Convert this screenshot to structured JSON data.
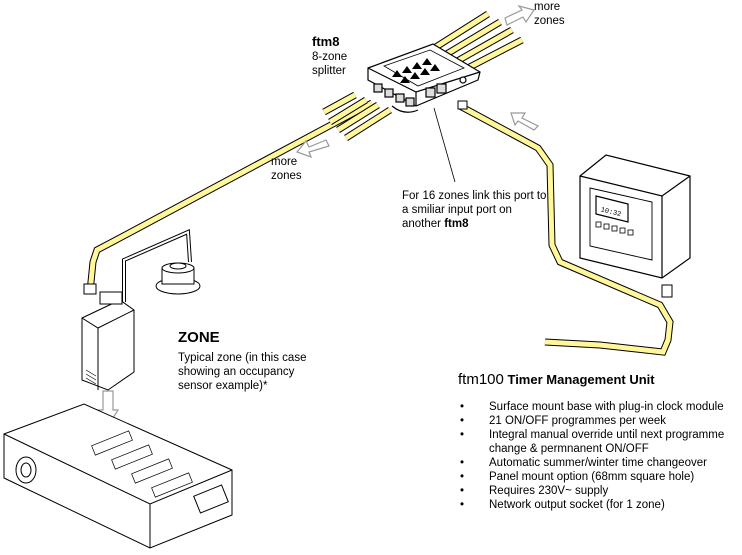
{
  "splitter": {
    "name": "ftm8",
    "subtitle": "8-zone splitter"
  },
  "more_zones_top": "more zones",
  "more_zones_left": "more zones",
  "link_note": {
    "text": "For 16 zones link this port to a smiliar input port on another",
    "bold": "ftm8"
  },
  "zone": {
    "title": "ZONE",
    "description": "Typical zone (in this case showing an occupancy sensor example)*"
  },
  "ftm100": {
    "name": "ftm100",
    "subtitle": "Timer Management Unit",
    "display": "10:32",
    "features": [
      "Surface mount base with plug-in clock module",
      "21 ON/OFF programmes per week",
      "Integral manual override until next programme change & permnanent ON/OFF",
      "Automatic summer/winter time changeover",
      "Panel mount option (68mm square hole)",
      "Requires 230V~ supply",
      "Network output socket (for 1 zone)"
    ]
  },
  "colors": {
    "cable": "#FFF799",
    "outline": "#000000",
    "arrow_fill": "#FFFFFF",
    "arrow_stroke": "#999999"
  }
}
